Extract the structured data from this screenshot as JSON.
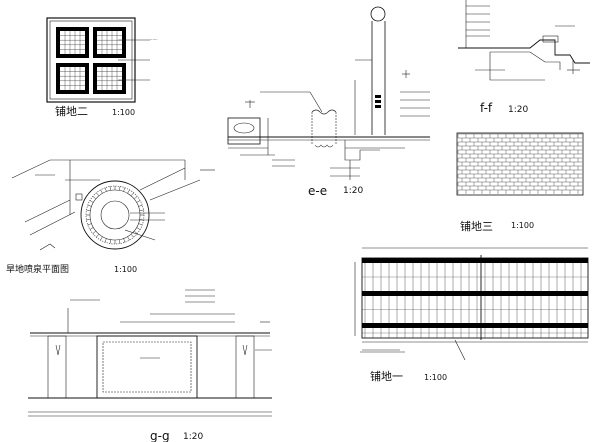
{
  "labels": {
    "paving2": {
      "title": "铺地二",
      "scale": "1:100"
    },
    "ee": {
      "title": "e-e",
      "scale": "1:20"
    },
    "ff": {
      "title": "f-f",
      "scale": "1:20"
    },
    "paving3": {
      "title": "铺地三",
      "scale": "1:100"
    },
    "fountain": {
      "title": "旱地喷泉平面图",
      "scale": "1:100"
    },
    "paving1": {
      "title": "铺地一",
      "scale": "1:100"
    },
    "gg": {
      "title": "g-g",
      "scale": "1:20"
    }
  },
  "colors": {
    "line": "#111111",
    "fill_dark": "#000000",
    "hatch": "#333333"
  }
}
